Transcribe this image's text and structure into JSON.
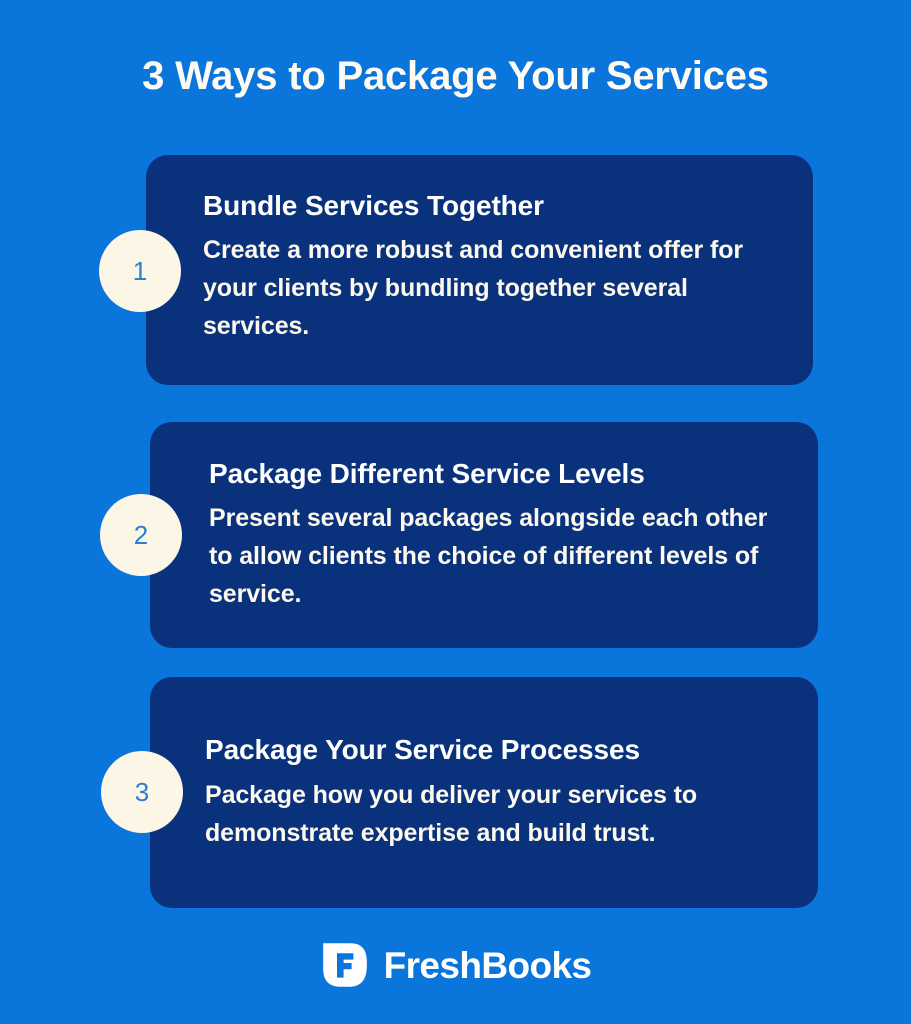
{
  "colors": {
    "background": "#0A75DB",
    "card": "#0A327C",
    "badge_fill": "#FBF6E6",
    "badge_text": "#2B7FD4",
    "title_text": "#FDFBF4",
    "body_text": "#FDF9EE"
  },
  "header": {
    "title": "3 Ways to Package Your Services"
  },
  "cards": [
    {
      "number": "1",
      "heading": "Bundle Services Together",
      "body": "Create a more robust and convenient offer for your clients by bundling together several services."
    },
    {
      "number": "2",
      "heading": "Package Different Service Levels",
      "body": "Present several packages alongside each other to allow clients the choice of different levels of service."
    },
    {
      "number": "3",
      "heading": "Package Your Service Processes",
      "body": "Package how you deliver your services to demonstrate expertise and build trust."
    }
  ],
  "footer": {
    "logo_icon": "freshbooks-logo-icon",
    "brand": "FreshBooks"
  }
}
